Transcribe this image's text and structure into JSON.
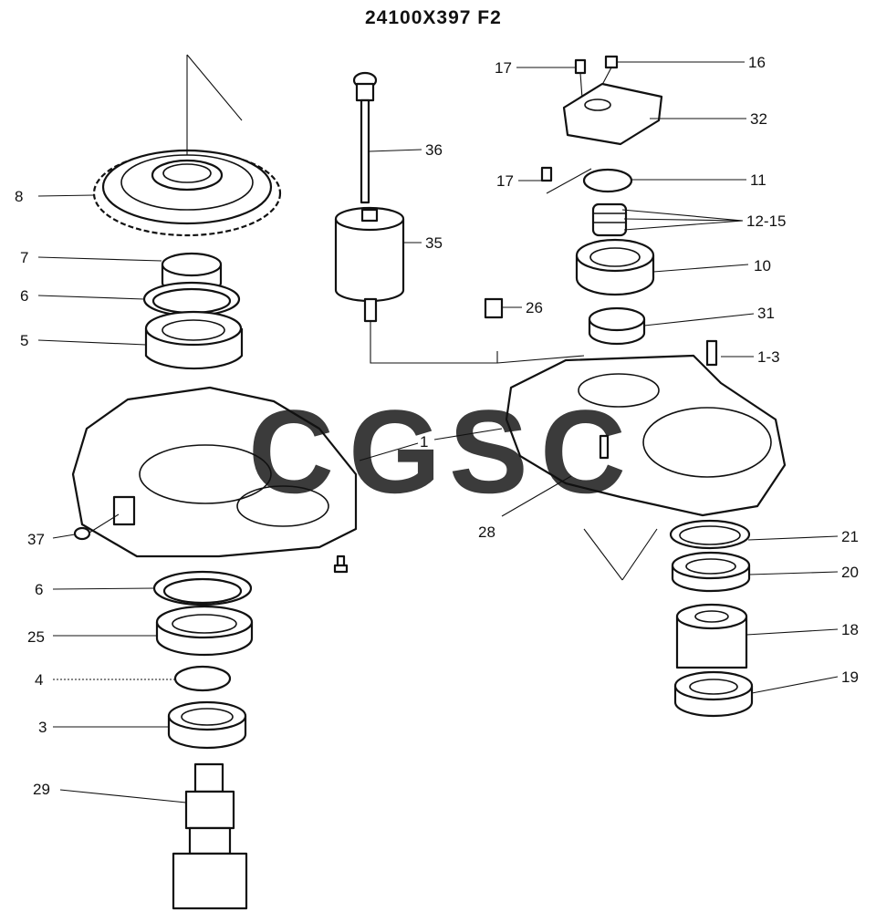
{
  "title": "24100X397 F2",
  "watermark": {
    "letters": [
      "C",
      "G",
      "S",
      "C"
    ],
    "colors": [
      "#4e8ef7",
      "#ee5a50",
      "#f5c842",
      "#2e9e6a"
    ]
  },
  "labels": {
    "l8": "8",
    "l7": "7",
    "l6a": "6",
    "l5": "5",
    "l37": "37",
    "l6b": "6",
    "l25": "25",
    "l4": "4",
    "l3": "3",
    "l29": "29",
    "l36": "36",
    "l35": "35",
    "l26": "26",
    "l1": "1",
    "l28": "28",
    "l17a": "17",
    "l16": "16",
    "l32": "32",
    "l17b": "17",
    "l11": "11",
    "l1215": "12-15",
    "l10": "10",
    "l31": "31",
    "l13": "1-3",
    "l21": "21",
    "l20": "20",
    "l18": "18",
    "l19": "19"
  }
}
